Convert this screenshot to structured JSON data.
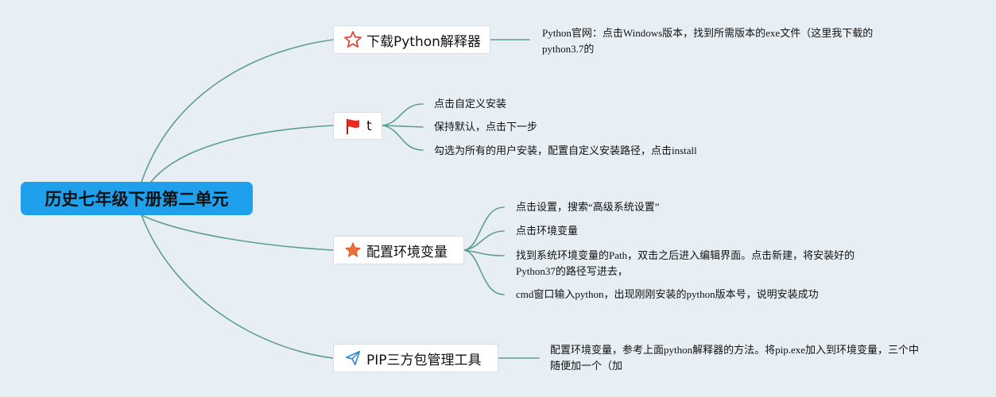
{
  "root": {
    "label": "历史七年级下册第二单元"
  },
  "branches": [
    {
      "label": "下载Python解释器",
      "icon": "star-outline-icon",
      "leaves": [
        {
          "lines": [
            "Python官网：点击Windows版本，找到所需版本的exe文件（这里我下载的",
            "python3.7的"
          ]
        }
      ]
    },
    {
      "label": "t",
      "icon": "red-flag-icon",
      "leaves": [
        {
          "lines": [
            "点击自定义安装"
          ]
        },
        {
          "lines": [
            "保持默认，点击下一步"
          ]
        },
        {
          "lines": [
            "勾选为所有的用户安装，配置自定义安装路径，点击install"
          ]
        }
      ]
    },
    {
      "label": "配置环境变量",
      "icon": "filled-star-icon",
      "leaves": [
        {
          "lines": [
            "点击设置，搜索“高级系统设置”"
          ]
        },
        {
          "lines": [
            "点击环境变量"
          ]
        },
        {
          "lines": [
            "找到系统环境变量的Path，双击之后进入编辑界面。点击新建，将安装好的",
            "Python37的路径写进去，"
          ]
        },
        {
          "lines": [
            "cmd窗口输入python，出现刚刚安装的python版本号，说明安装成功"
          ]
        }
      ]
    },
    {
      "label": "PIP三方包管理工具",
      "icon": "paper-plane-icon",
      "leaves": [
        {
          "lines": [
            "配置环境变量，参考上面python解释器的方法。将pip.exe加入到环境变量，三个中",
            "随便加一个（加"
          ]
        }
      ]
    }
  ],
  "colors": {
    "background": "#e8eff4",
    "root_fill": "#1ea0ec",
    "connector": "#5e9e8e",
    "star_outline": "#e04a3a",
    "flag": "#e8291c",
    "filled_star": "#e8703a",
    "plane": "#2a8bd1"
  }
}
